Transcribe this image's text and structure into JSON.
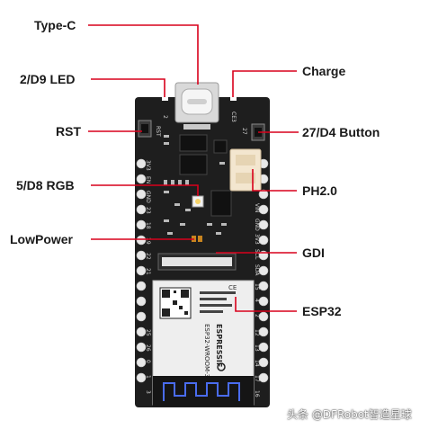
{
  "labels": {
    "type_c": "Type-C",
    "led": "2/D9 LED",
    "charge": "Charge",
    "rst": "RST",
    "button": "27/D4 Button",
    "rgb": "5/D8 RGB",
    "ph": "PH2.0",
    "lowpower": "LowPower",
    "gdi": "GDI",
    "esp32": "ESP32"
  },
  "board": {
    "left_pins": [
      "3V3",
      "EN",
      "GND",
      "23",
      "18",
      "19",
      "22",
      "21",
      "25",
      "26",
      "0",
      "1",
      "3"
    ],
    "right_pins": [
      "VIN",
      "GND",
      "3V3",
      "SCL",
      "SDA",
      "15",
      "4",
      "2",
      "12",
      "13",
      "14",
      "17",
      "16"
    ],
    "top_marks": [
      "2",
      "CE3"
    ],
    "rst_mark": "RST",
    "btn_mark": "27",
    "module_name": "ESP32-WROOM-32E",
    "module_brand": "ESPRESSIF",
    "module_cert": "CE"
  },
  "watermark": "头条 @DFRobot智造星球",
  "colors": {
    "leader": "#d9001b",
    "board": "#1e1e1e",
    "module": "#eeeeee",
    "connector": "#f3e6cf"
  }
}
